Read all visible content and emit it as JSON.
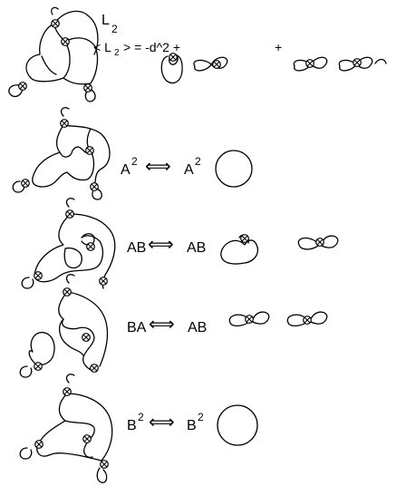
{
  "header": {
    "knot_label": "L",
    "knot_sub": "2",
    "bracket_open": "< L",
    "bracket_sub": "2",
    "bracket_close": "> = -d^2 +",
    "plus": "+"
  },
  "rows": [
    {
      "left_base": "A",
      "left_exp": "2",
      "arrow": "⟺",
      "right_base": "A",
      "right_exp": "2"
    },
    {
      "left_base": "AB",
      "left_exp": "",
      "arrow": "⟺",
      "right_base": "AB",
      "right_exp": ""
    },
    {
      "left_base": "BA",
      "left_exp": "",
      "arrow": "⟺",
      "right_base": "AB",
      "right_exp": ""
    },
    {
      "left_base": "B",
      "left_exp": "2",
      "arrow": "⟺",
      "right_base": "B",
      "right_exp": "2"
    }
  ]
}
